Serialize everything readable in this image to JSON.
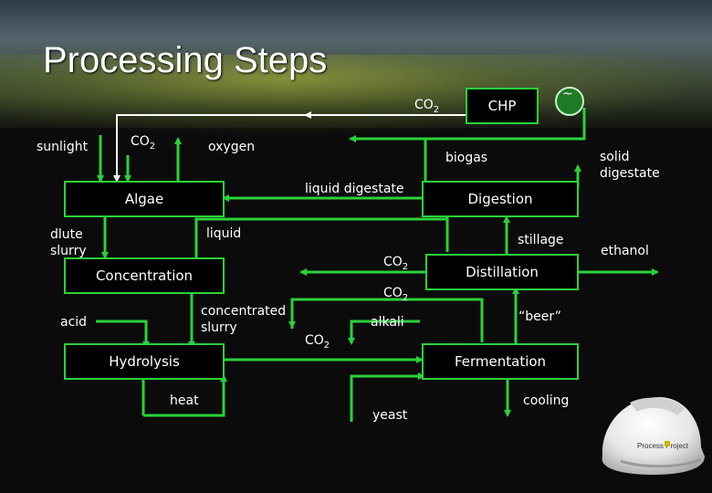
{
  "slide": {
    "title": "Processing Steps"
  },
  "nodes": {
    "chp": "CHP",
    "algae": "Algae",
    "digestion": "Digestion",
    "concentration": "Concentration",
    "distillation": "Distillation",
    "hydrolysis": "Hydrolysis",
    "fermentation": "Fermentation"
  },
  "flows": {
    "co2_top": "CO",
    "co2_algae": "CO",
    "sunlight": "sunlight",
    "oxygen": "oxygen",
    "biogas": "biogas",
    "solid_digestate": "solid digestate",
    "liquid_digestate": "liquid digestate",
    "dilute_slurry": "dlute slurry",
    "liquid": "liquid",
    "stillage": "stillage",
    "ethanol": "ethanol",
    "co2_dist_1": "CO",
    "co2_dist_2": "CO",
    "concentrated_slurry": "concentrated slurry",
    "acid": "acid",
    "co2_lower": "CO",
    "alkali": "alkali",
    "beer": "“beer”",
    "heat": "heat",
    "yeast": "yeast",
    "cooling": "cooling",
    "subscript_2": "2"
  },
  "generator_symbol": "~",
  "logo_text": "Process Project",
  "colors": {
    "accent": "#2ad13a",
    "arrow_white": "#ffffff",
    "text": "#ffffff"
  }
}
